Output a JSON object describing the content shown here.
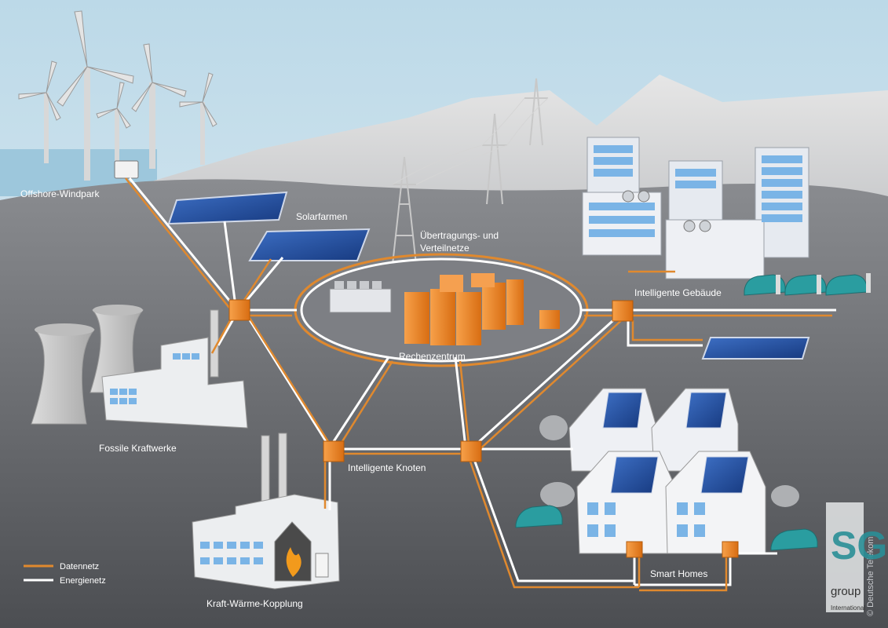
{
  "labels": {
    "offshore_windpark": "Offshore-Windpark",
    "solarfarmen": "Solarfarmen",
    "uebertragung_line1": "Übertragungs- und",
    "uebertragung_line2": "Verteilnetze",
    "rechenzentrum": "Rechenzentrum",
    "intelligente_gebaeude": "Intelligente Gebäude",
    "fossile_kraftwerke": "Fossile Kraftwerke",
    "intelligente_knoten": "Intelligente Knoten",
    "smart_homes": "Smart Homes",
    "kraft_waerme_kopplung": "Kraft-Wärme-Kopplung"
  },
  "legend": {
    "datennetz": "Datennetz",
    "energienetz": "Energienetz"
  },
  "watermark": {
    "copyright": "© Deutsche Telekom",
    "logo_letters": "SG",
    "logo_word": "group",
    "logo_sub": "International"
  },
  "colors": {
    "data_line": "#e0892e",
    "energy_line": "#ffffff",
    "node": "#f08a1e",
    "ground": "#6b6d72",
    "sky": "#cfe4ee",
    "solar": "#1f4fa0"
  }
}
